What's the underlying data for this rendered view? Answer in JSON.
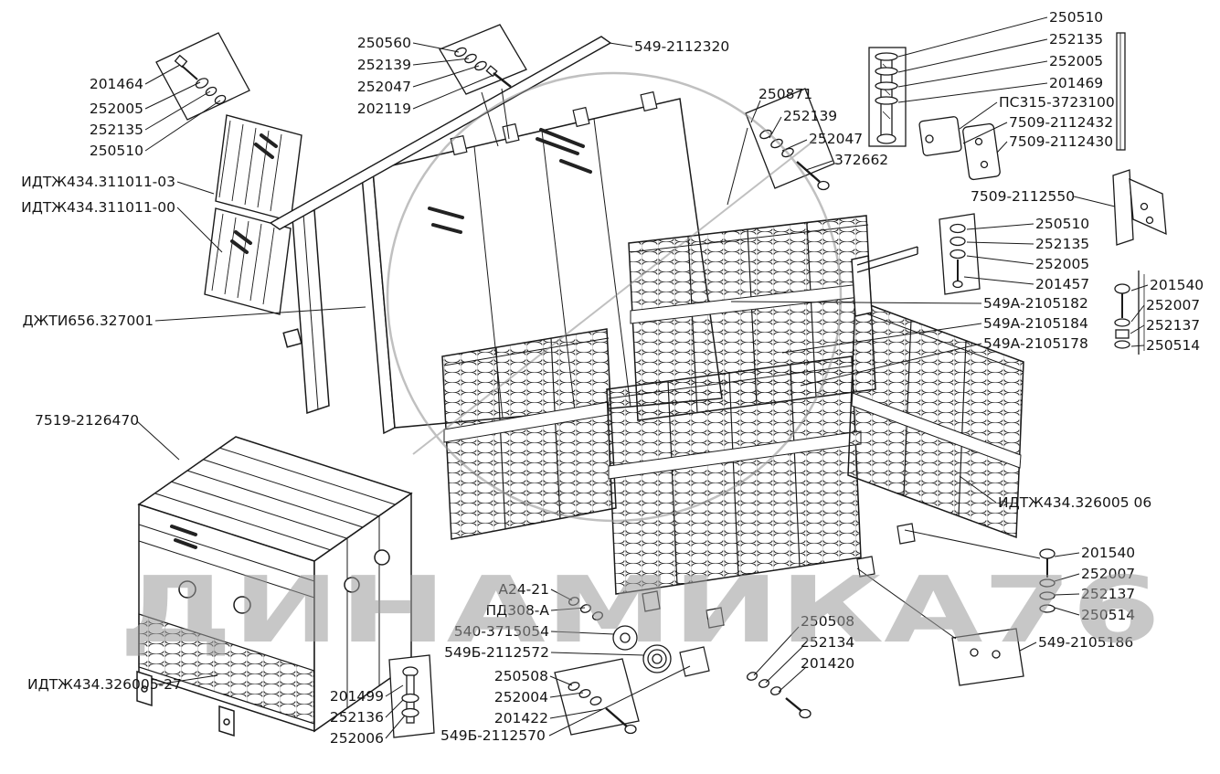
{
  "watermark": {
    "brand": "ДИНАМИКА76"
  },
  "callouts": {
    "tl_fastener": [
      "201464",
      "252005",
      "252135",
      "250510"
    ],
    "covers": [
      "ИДТЖ434.311011-03",
      "ИДТЖ434.311011-00"
    ],
    "panel": "ДЖТИ656.327001",
    "tc_fastener": [
      "250560",
      "252139",
      "252047",
      "202119"
    ],
    "rail_top": "549-2112320",
    "mid_fastener": [
      "250871",
      "252139",
      "252047",
      "372662"
    ],
    "tr_fastener": [
      "250510",
      "252135",
      "252005",
      "201469"
    ],
    "tr_parts": [
      "ПС315-3723100",
      "7509-2112432",
      "7509-2112430"
    ],
    "bracket_right": "7509-2112550",
    "r_fastener": [
      "250510",
      "252135",
      "252005",
      "201457"
    ],
    "elements": [
      "549А-2105182",
      "549А-2105184",
      "549А-2105178"
    ],
    "r_bolt_upper": [
      "201540",
      "252007",
      "252137",
      "250514"
    ],
    "block_left": "7519-2126470",
    "block_left_assy": "ИДТЖ434.326005-27",
    "bc_parts": [
      "А24-21",
      "ПД308-А",
      "540-3715054",
      "549Б-2112572"
    ],
    "bc_fastener": [
      "250508",
      "252004",
      "201422"
    ],
    "rail_bottom": "549Б-2112570",
    "bl_bolt": [
      "201499",
      "252136",
      "252006"
    ],
    "br_fastener": [
      "250508",
      "252134",
      "201420"
    ],
    "block_right_assy": "ИДТЖ434.326005 06",
    "r_bolt_lower": [
      "201540",
      "252007",
      "252137",
      "250514"
    ],
    "plate_lower": "549-2105186"
  }
}
